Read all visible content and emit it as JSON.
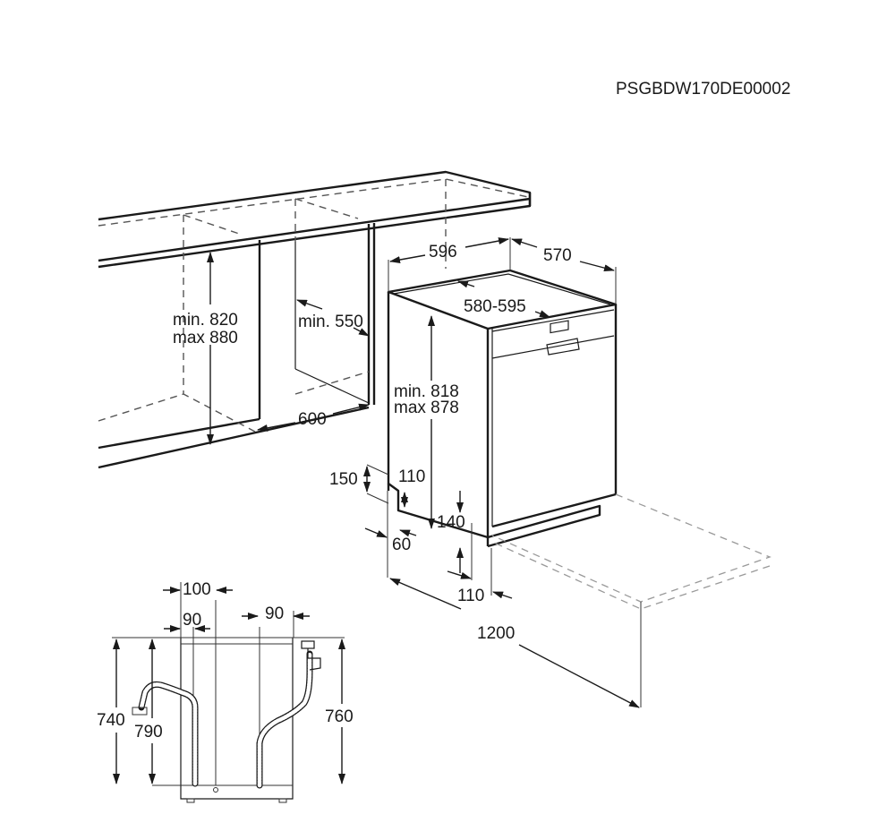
{
  "document_code": "PSGBDW170DE00002",
  "diagram_type": "dishwasher built-under installation dimensions (mm)",
  "main_view": {
    "niche_height": {
      "line1": "min. 820",
      "line2": "max 880"
    },
    "niche_depth_min": "min. 550",
    "niche_width": "600",
    "appliance_width": "596",
    "appliance_depth": "570",
    "worktop_depth_range": "580-595",
    "appliance_height": {
      "line1": "min. 818",
      "line2": "max 878"
    },
    "plinth_height_max": "150",
    "plinth_height": "110",
    "plinth_setback": "60",
    "plinth_clearance": "140",
    "foot_setback": "110",
    "door_opening_clearance": "1200"
  },
  "hose_view": {
    "drain_offset": "100",
    "left_hose_offset": "90",
    "right_hose_offset": "90",
    "height_740": "740",
    "height_790": "790",
    "height_760": "760"
  }
}
